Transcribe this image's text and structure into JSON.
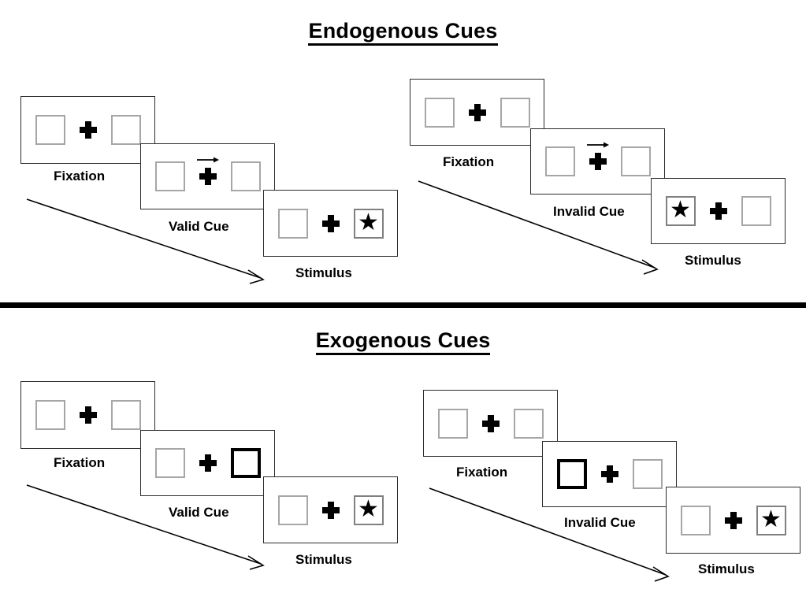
{
  "sections": [
    {
      "id": "endogenous",
      "title": "Endogenous Cues",
      "groups": [
        {
          "id": "endogenous-valid",
          "cue_type": "arrow",
          "steps": [
            {
              "caption": "Fixation",
              "left_box": "empty",
              "right_box": "empty",
              "cue": "none"
            },
            {
              "caption": "Valid Cue",
              "left_box": "empty",
              "right_box": "empty",
              "cue": "arrow-right"
            },
            {
              "caption": "Stimulus",
              "left_box": "empty",
              "right_box": "star",
              "cue": "none"
            }
          ]
        },
        {
          "id": "endogenous-invalid",
          "cue_type": "arrow",
          "steps": [
            {
              "caption": "Fixation",
              "left_box": "empty",
              "right_box": "empty",
              "cue": "none"
            },
            {
              "caption": "Invalid Cue",
              "left_box": "empty",
              "right_box": "empty",
              "cue": "arrow-right"
            },
            {
              "caption": "Stimulus",
              "left_box": "star",
              "right_box": "empty",
              "cue": "none"
            }
          ]
        }
      ]
    },
    {
      "id": "exogenous",
      "title": "Exogenous Cues",
      "groups": [
        {
          "id": "exogenous-valid",
          "cue_type": "box-flash",
          "steps": [
            {
              "caption": "Fixation",
              "left_box": "empty",
              "right_box": "empty",
              "cue": "none"
            },
            {
              "caption": "Valid Cue",
              "left_box": "empty",
              "right_box": "cued",
              "cue": "none"
            },
            {
              "caption": "Stimulus",
              "left_box": "empty",
              "right_box": "star",
              "cue": "none"
            }
          ]
        },
        {
          "id": "exogenous-invalid",
          "cue_type": "box-flash",
          "steps": [
            {
              "caption": "Fixation",
              "left_box": "empty",
              "right_box": "empty",
              "cue": "none"
            },
            {
              "caption": "Invalid Cue",
              "left_box": "cued",
              "right_box": "empty",
              "cue": "none"
            },
            {
              "caption": "Stimulus",
              "left_box": "empty",
              "right_box": "star",
              "cue": "none"
            }
          ]
        }
      ]
    }
  ],
  "glyphs": {
    "star": "★",
    "fixation_cross": "plus-cross",
    "cue_arrow": "arrow-right-icon",
    "flow_arrow": "diagonal-arrow-icon"
  },
  "colors": {
    "ink": "#000000",
    "panel_border": "#2b2b2b",
    "box_border": "#a6a6a6",
    "star_box_border": "#808080",
    "cued_box_border": "#000000",
    "background": "#ffffff"
  }
}
